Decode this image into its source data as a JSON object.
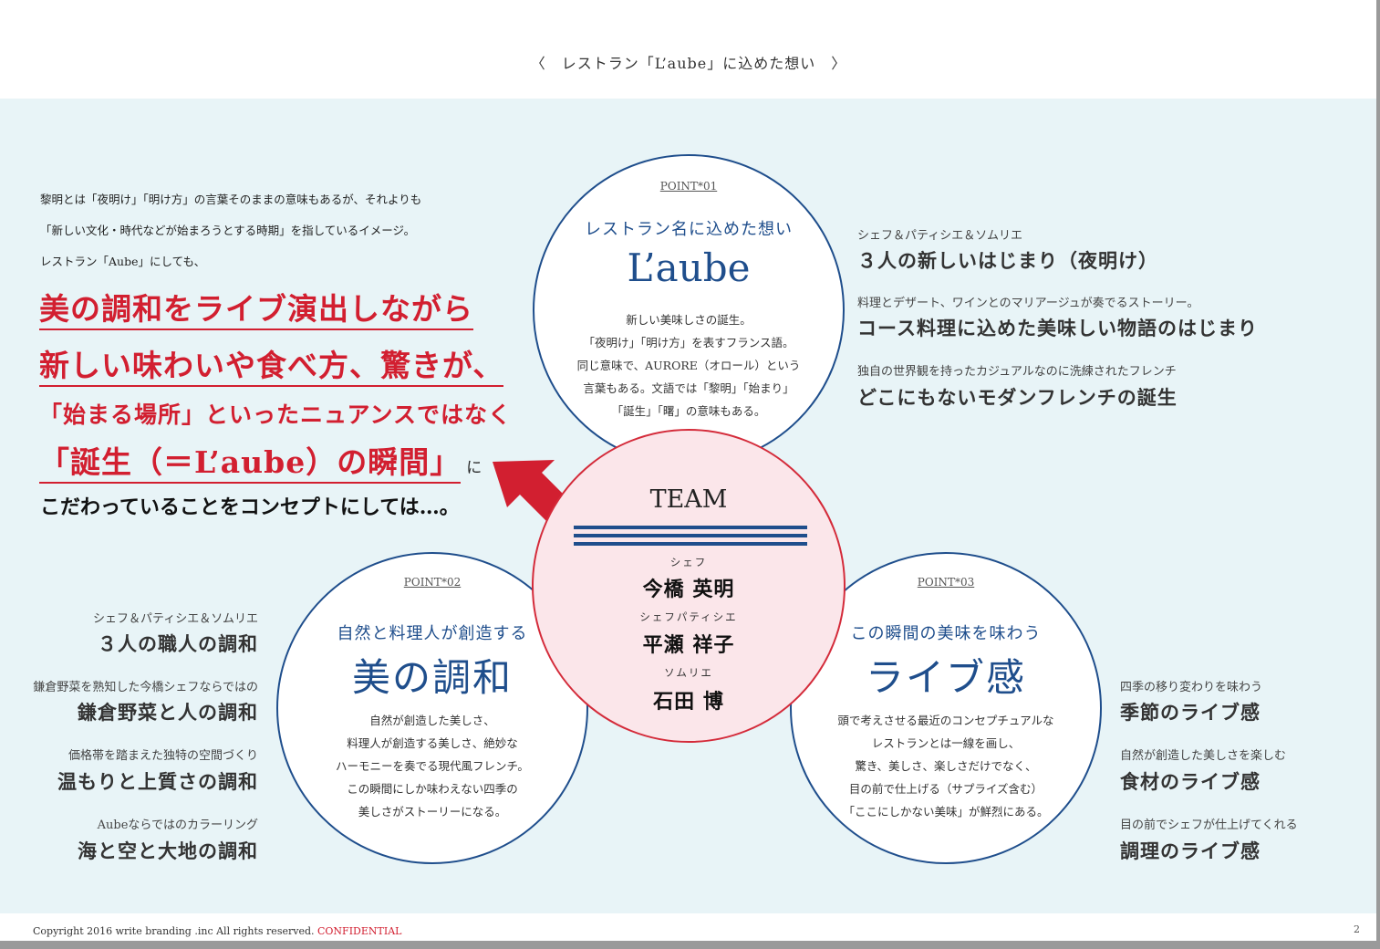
{
  "header": {
    "title": "〈　レストラン「L’aube」に込めた想い　〉"
  },
  "intro": {
    "line1": "黎明とは「夜明け」「明け方」の言葉そのままの意味もあるが、それよりも",
    "line2": "「新しい文化・時代などが始まろうとする時期」を指しているイメージ。",
    "line3": "レストラン「Aube」にしても、"
  },
  "highlight": {
    "line1": "美の調和をライブ演出しながら",
    "line2": "新しい味わいや食べ方、驚きが、",
    "line3": "「始まる場所」といったニュアンスではなく",
    "line4": "「誕生（＝L’aube）の瞬間」",
    "line4_suffix": "に",
    "line5": "こだわっていることをコンセプトにしては…。"
  },
  "point1": {
    "label": "POINT*01",
    "subtitle": "レストラン名に込めた想い",
    "title": "L’aube",
    "desc": [
      "新しい美味しさの誕生。",
      "「夜明け」「明け方」を表すフランス語。",
      "同じ意味で、AURORE（オロール）という",
      "言葉もある。文語では「黎明」「始まり」",
      "「誕生」「曙」の意味もある。"
    ]
  },
  "point2": {
    "label": "POINT*02",
    "subtitle": "自然と料理人が創造する",
    "title": "美の調和",
    "desc": [
      "自然が創造した美しさ、",
      "料理人が創造する美しさ、絶妙な",
      "ハーモニーを奏でる現代風フレンチ。",
      "この瞬間にしか味わえない四季の",
      "美しさがストーリーになる。"
    ]
  },
  "point3": {
    "label": "POINT*03",
    "subtitle": "この瞬間の美味を味わう",
    "title": "ライブ感",
    "desc": [
      "頭で考えさせる最近のコンセプチュアルな",
      "レストランとは一線を画し、",
      "驚き、美しさ、楽しさだけでなく、",
      "目の前で仕上げる（サプライズ含む）",
      "「ここにしかない美味」が鮮烈にある。"
    ]
  },
  "team": {
    "title": "TEAM",
    "members": [
      {
        "role": "シェフ",
        "name": "今橋 英明"
      },
      {
        "role": "シェフパティシエ",
        "name": "平瀬 祥子"
      },
      {
        "role": "ソムリエ",
        "name": "石田 博"
      }
    ]
  },
  "right_top": [
    {
      "small": "シェフ＆パティシエ＆ソムリエ",
      "big": "３人の新しいはじまり（夜明け）"
    },
    {
      "small": "料理とデザート、ワインとのマリアージュが奏でるストーリー。",
      "big": "コース料理に込めた美味しい物語のはじまり"
    },
    {
      "small": "独自の世界観を持ったカジュアルなのに洗練されたフレンチ",
      "big": "どこにもないモダンフレンチの誕生"
    }
  ],
  "left_bottom": [
    {
      "small": "シェフ＆パティシエ＆ソムリエ",
      "big": "３人の職人の調和"
    },
    {
      "small": "鎌倉野菜を熟知した今橋シェフならではの",
      "big": "鎌倉野菜と人の調和"
    },
    {
      "small": "価格帯を踏まえた独特の空間づくり",
      "big": "温もりと上質さの調和"
    },
    {
      "small": "Aubeならではのカラーリング",
      "big": "海と空と大地の調和"
    }
  ],
  "right_bottom": [
    {
      "small": "四季の移り変わりを味わう",
      "big": "季節のライブ感"
    },
    {
      "small": "自然が創造した美しさを楽しむ",
      "big": "食材のライブ感"
    },
    {
      "small": "目の前でシェフが仕上げてくれる",
      "big": "調理のライブ感"
    }
  ],
  "footer": {
    "copyright": "Copyright 2016 write branding .inc All rights reserved.",
    "confidential": "CONFIDENTIAL",
    "page": "2"
  },
  "colors": {
    "accent_red": "#d21f30",
    "navy": "#1f4e8c",
    "bg_light_blue": "#e8f4f7",
    "team_pink": "#fbe6ea"
  }
}
